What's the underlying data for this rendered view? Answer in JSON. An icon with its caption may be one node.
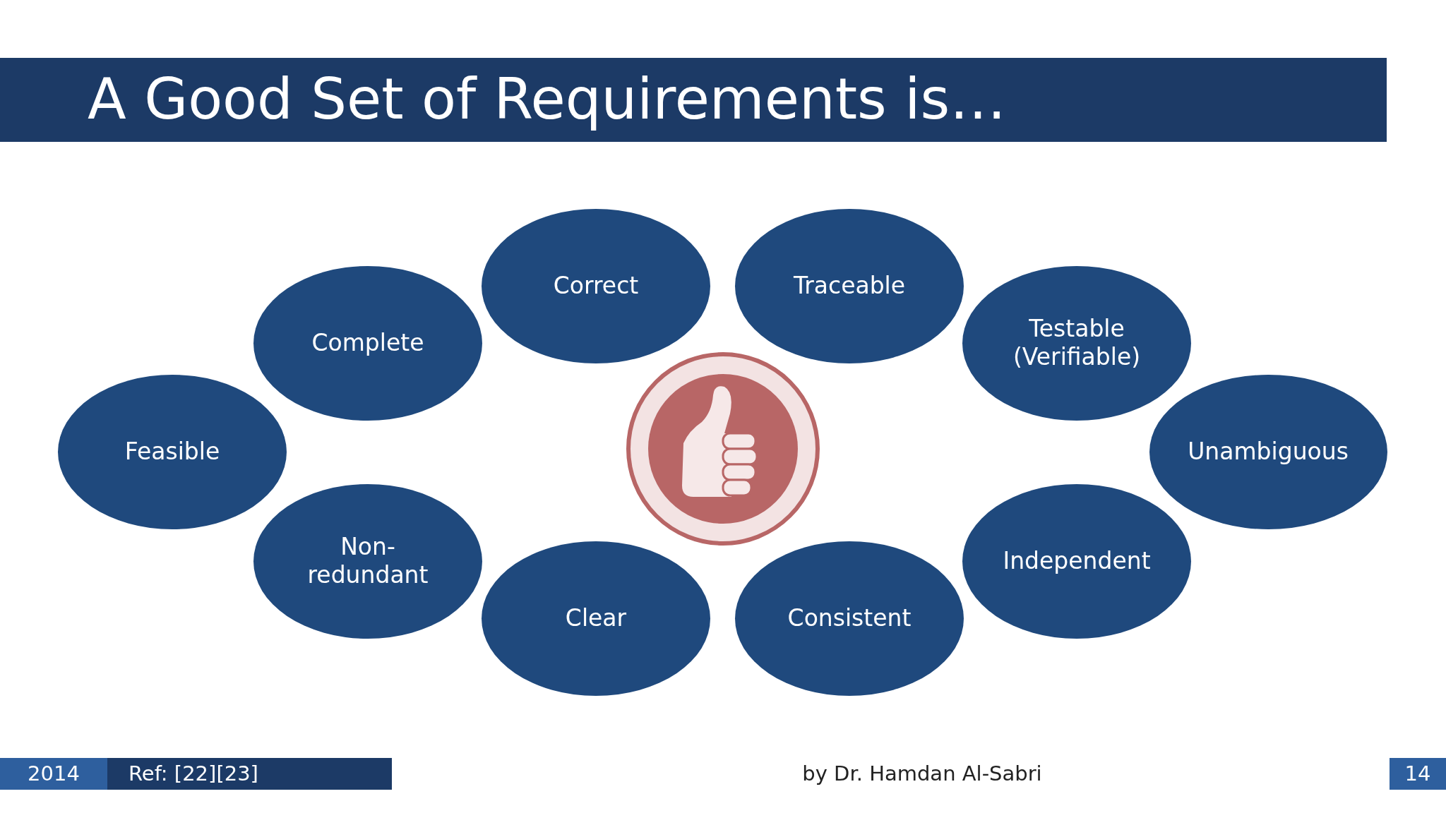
{
  "diagram": {
    "title": "A Good Set of Requirements is…",
    "nodes": [
      {
        "text": [
          "Correct"
        ]
      },
      {
        "text": [
          "Traceable"
        ]
      },
      {
        "text": [
          "Complete"
        ]
      },
      {
        "text": [
          "Testable (Verifiable)"
        ]
      },
      {
        "text": [
          "Feasible"
        ]
      },
      {
        "text": [
          "Unambiguous"
        ]
      },
      {
        "text": [
          "Non-redundant"
        ]
      },
      {
        "text": [
          "Independent"
        ]
      },
      {
        "text": [
          "Clear"
        ]
      },
      {
        "text": [
          "Consistent"
        ]
      }
    ],
    "edges": [],
    "labels": [
      "2014",
      "Ref: [22][23]",
      "by Dr. Hamdan Al-Sabri",
      "14"
    ]
  }
}
